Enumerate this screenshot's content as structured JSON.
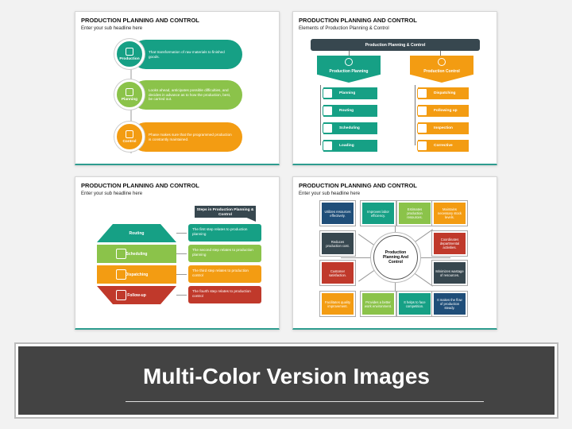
{
  "slides": [
    {
      "title": "PRODUCTION PLANNING AND CONTROL",
      "subtitle": "Enter your sub headline here",
      "items": [
        {
          "label": "Production",
          "text": "That transformation of raw materials to finished goods.",
          "color": "#16a085"
        },
        {
          "label": "Planning",
          "text": "Looks ahead, anticipates possible difficulties, and decides in advance as to how the production, best, be carried out.",
          "color": "#8bc34a"
        },
        {
          "label": "Control",
          "text": "Phase makes sure that the programmed production is constantly maintained.",
          "color": "#f39c12"
        }
      ]
    },
    {
      "title": "PRODUCTION PLANNING AND CONTROL",
      "subtitle": "Elements of Production Planning & Control",
      "header": "Production Planning & Control",
      "left_head": "Production Planning",
      "right_head": "Production Control",
      "left_items": [
        "Planning",
        "Routing",
        "Scheduling",
        "Loading"
      ],
      "right_items": [
        "Dispatching",
        "Following up",
        "Inspection",
        "Corrective"
      ],
      "left_color": "#16a085",
      "right_color": "#f39c12",
      "header_color": "#37474f"
    },
    {
      "title": "PRODUCTION PLANNING AND CONTROL",
      "subtitle": "Enter your sub headline here",
      "header": "Steps in Production Planning & Control",
      "steps": [
        {
          "label": "Routing",
          "text": "The first step relates to production planning",
          "color": "#16a085"
        },
        {
          "label": "Scheduling",
          "text": "The second step relates to production planning",
          "color": "#8bc34a"
        },
        {
          "label": "Dispatching",
          "text": "The third step relates to production control",
          "color": "#f39c12"
        },
        {
          "label": "Follow-up",
          "text": "The fourth step relates to production control",
          "color": "#c0392b"
        }
      ]
    },
    {
      "title": "PRODUCTION PLANNING AND CONTROL",
      "subtitle": "Enter your sub headline here",
      "center": "Production Planning And Control",
      "boxes": [
        {
          "text": "Utilizes resources effectively.",
          "color": "#1f4e79"
        },
        {
          "text": "Improves labor efficiency.",
          "color": "#16a085"
        },
        {
          "text": "Estimates production resources.",
          "color": "#8bc34a"
        },
        {
          "text": "Maintains necessary stock levels.",
          "color": "#f39c12"
        },
        {
          "text": "Reduces production cost.",
          "color": "#37474f"
        },
        {
          "text": "Coordinates departmental activities.",
          "color": "#c0392b"
        },
        {
          "text": "Customer satisfaction.",
          "color": "#c0392b"
        },
        {
          "text": "Minimizes wastage of resources.",
          "color": "#37474f"
        },
        {
          "text": "Facilitates quality improvement.",
          "color": "#f39c12"
        },
        {
          "text": "Provides a better work environment.",
          "color": "#8bc34a"
        },
        {
          "text": "It helps to face competition.",
          "color": "#16a085"
        },
        {
          "text": "It makes the flow of production steady.",
          "color": "#1f4e79"
        }
      ]
    }
  ],
  "banner": {
    "title": "Multi-Color Version Images"
  }
}
